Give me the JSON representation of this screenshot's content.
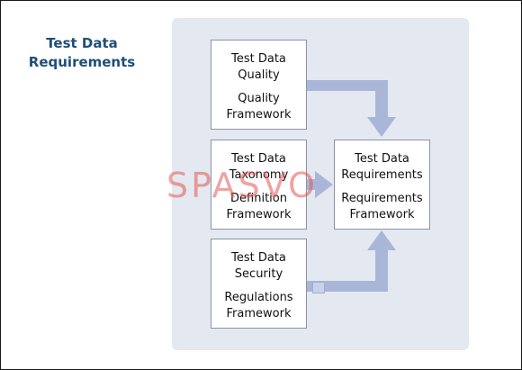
{
  "title": {
    "line1": "Test Data",
    "line2": "Requirements"
  },
  "boxes": {
    "quality": {
      "line1": "Test Data",
      "line2": "Quality",
      "line3": "Quality",
      "line4": "Framework"
    },
    "taxonomy": {
      "line1": "Test Data",
      "line2": "Taxonomy",
      "line3": "Definition",
      "line4": "Framework"
    },
    "security": {
      "line1": "Test Data",
      "line2": "Security",
      "line3": "Regulations",
      "line4": "Framework"
    },
    "requirements": {
      "line1": "Test Data",
      "line2": "Requirements",
      "line3": "Requirements",
      "line4": "Framework"
    }
  },
  "watermark": "SPASVO",
  "colors": {
    "title": "#1f4e79",
    "panel": "#e4e8f1",
    "arrow": "#a9b6d8",
    "watermark": "#e25854"
  }
}
